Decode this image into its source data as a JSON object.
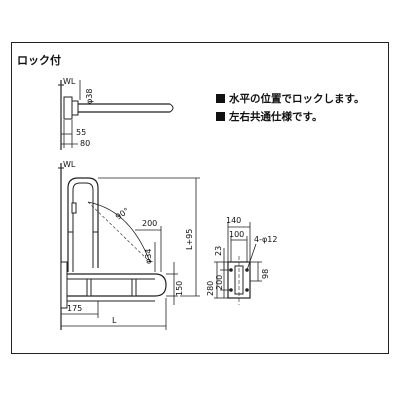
{
  "title": "ロック付",
  "notes": [
    "水平の位置でロックします。",
    "左右共通仕様です。"
  ],
  "labels": {
    "wl_top": "WL",
    "wl_main": "WL",
    "dia38": "φ38",
    "dim55": "55",
    "dim80": "80",
    "angle": "90°",
    "dim200": "200",
    "dia34": "φ34",
    "dim150": "150",
    "dim280": "280",
    "l95": "L+95",
    "dim175": "175",
    "dimL": "L",
    "dim140": "140",
    "dim100": "100",
    "hole": "4-φ12",
    "dim23": "23",
    "dim200b": "200",
    "dim98": "98"
  }
}
